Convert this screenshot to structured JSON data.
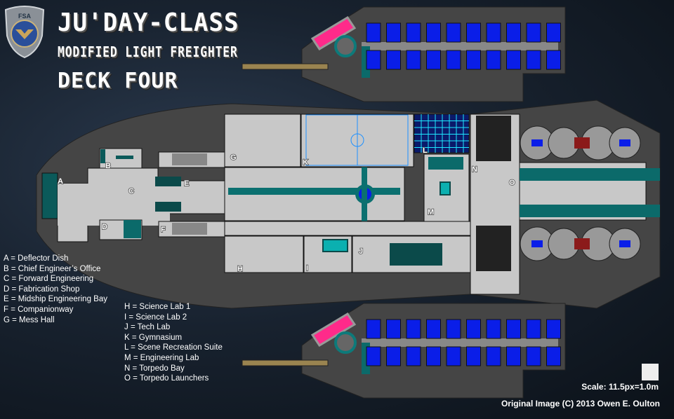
{
  "header": {
    "title": "JU'DAY-CLASS",
    "subtitle": "MODIFIED LIGHT FREIGHTER",
    "deck": "DECK FOUR",
    "badge_text": "FSA"
  },
  "room_labels": [
    "A",
    "B",
    "C",
    "D",
    "E",
    "F",
    "G",
    "H",
    "I",
    "J",
    "K",
    "L",
    "M",
    "N",
    "O"
  ],
  "legend_left": [
    "A = Deflector Dish",
    "B = Chief Engineer’s Office",
    "C = Forward Engineering",
    "D = Fabrication Shop",
    "E = Midship Engineering Bay",
    "F = Companionway",
    "G = Mess Hall"
  ],
  "legend_right": [
    "H = Science Lab 1",
    "I = Science Lab 2",
    "J = Tech Lab",
    "K = Gymnasium",
    "L = Scene Recreation Suite",
    "M = Engineering Lab",
    "N = Torpedo Bay",
    "O = Torpedo Launchers"
  ],
  "scale": "Scale: 11.5px=1.0m",
  "copyright": "Original Image (C) 2013 Owen E. Oulton",
  "colors": {
    "hull": "#454545",
    "floor": "#c8c8c8",
    "teal": "#0b5a5a",
    "blue": "#0a1ee8",
    "pink": "#ff2a8a",
    "door": "#ff2020"
  }
}
